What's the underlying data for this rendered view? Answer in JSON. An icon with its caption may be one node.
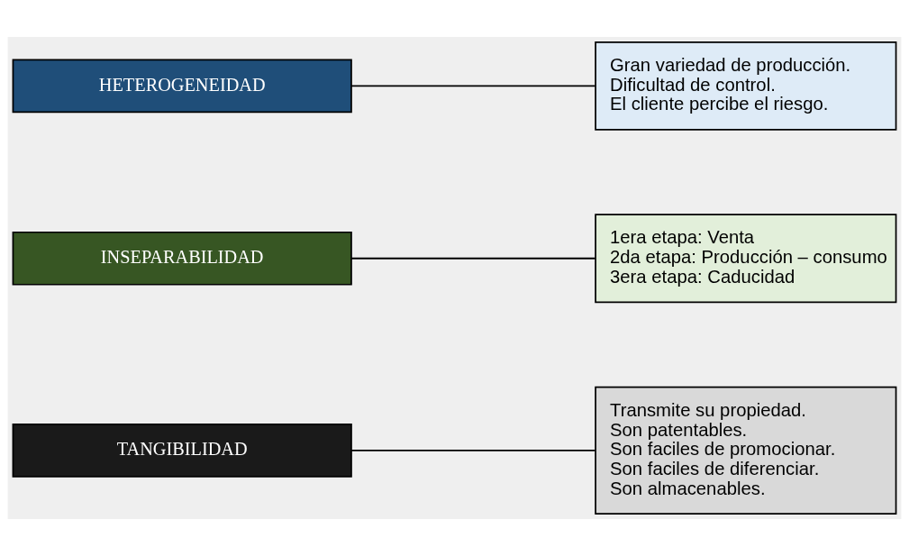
{
  "diagram": {
    "nodes": [
      {
        "text": [
          "TANGIBILIDAD"
        ]
      },
      {
        "text": [
          "Transmite su propiedad.",
          "Son patentables.",
          "Son faciles de promocionar.",
          "Son faciles de diferenciar.",
          "Son almacenables."
        ]
      },
      {
        "text": [
          "INSEPARABILIDAD"
        ]
      },
      {
        "text": [
          "1era etapa: Venta",
          "2da etapa: Producción – consumo",
          "3era etapa: Caducidad"
        ]
      },
      {
        "text": [
          "HETEROGENEIDAD"
        ]
      },
      {
        "text": [
          "Gran variedad de producción.",
          "Dificultad de control.",
          "El cliente percibe el riesgo."
        ]
      }
    ],
    "edges": [
      {
        "from": 0,
        "to": 1,
        "arrow": "none"
      },
      {
        "from": 2,
        "to": 3,
        "arrow": "none"
      },
      {
        "from": 4,
        "to": 5,
        "arrow": "none"
      }
    ]
  }
}
